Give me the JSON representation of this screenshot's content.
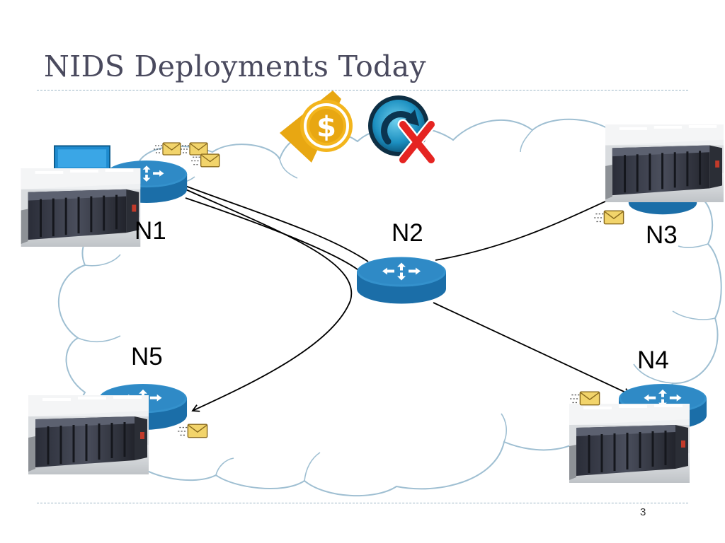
{
  "slide": {
    "title": "NIDS Deployments Today",
    "page_number": "3"
  },
  "nodes": [
    {
      "id": "N1",
      "label": "N1"
    },
    {
      "id": "N2",
      "label": "N2"
    },
    {
      "id": "N3",
      "label": "N3"
    },
    {
      "id": "N4",
      "label": "N4"
    },
    {
      "id": "N5",
      "label": "N5"
    }
  ],
  "icons": {
    "cost": "dollar-icon",
    "update_failed": "refresh-cancelled-icon",
    "message": "envelope-icon",
    "router": "router-icon",
    "datacenter": "server-room-photo",
    "monitor": "network-monitor-icon"
  },
  "colors": {
    "router_top": "#2e8bc6",
    "router_side": "#1a6aa3",
    "cloud_outline": "#9fbfd2",
    "dollar_ribbon": "#e8a712",
    "cancel_x": "#e52421",
    "envelope": "#f2d46b"
  }
}
